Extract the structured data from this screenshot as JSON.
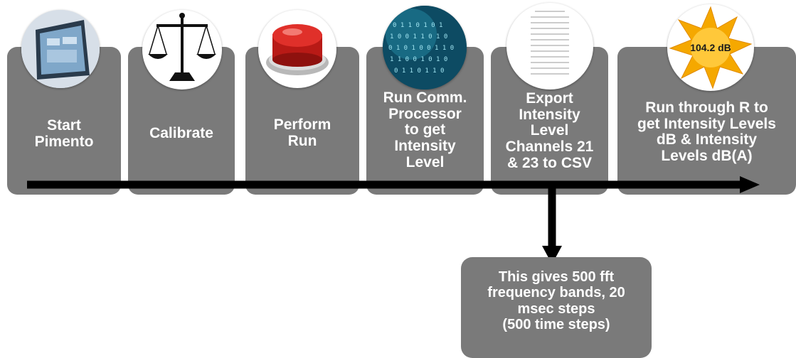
{
  "steps": [
    {
      "label": "Start\nPimento",
      "icon": "computer-screen-icon"
    },
    {
      "label": "Calibrate",
      "icon": "balance-scale-icon"
    },
    {
      "label": "Perform\nRun",
      "icon": "red-push-button-icon"
    },
    {
      "label": "Run Comm.\nProcessor\nto get\nIntensity\nLevel",
      "icon": "digital-data-globe-icon"
    },
    {
      "label": "Export\nIntensity\nLevel\nChannels 21\n& 23 to CSV",
      "icon": "csv-document-icon"
    },
    {
      "label": "Run through R to\nget Intensity Levels\ndB & Intensity\nLevels dB(A)",
      "icon": "starburst-badge-icon"
    }
  ],
  "badge_text": "104.2 dB",
  "note": {
    "label": "This gives 500 fft\nfrequency bands, 20\nmsec steps\n(500 time steps)"
  },
  "colors": {
    "box": "#7a7a7a",
    "arrow": "#000000",
    "text": "#ffffff",
    "badge": "#f5a800",
    "button": "#d2231e"
  }
}
